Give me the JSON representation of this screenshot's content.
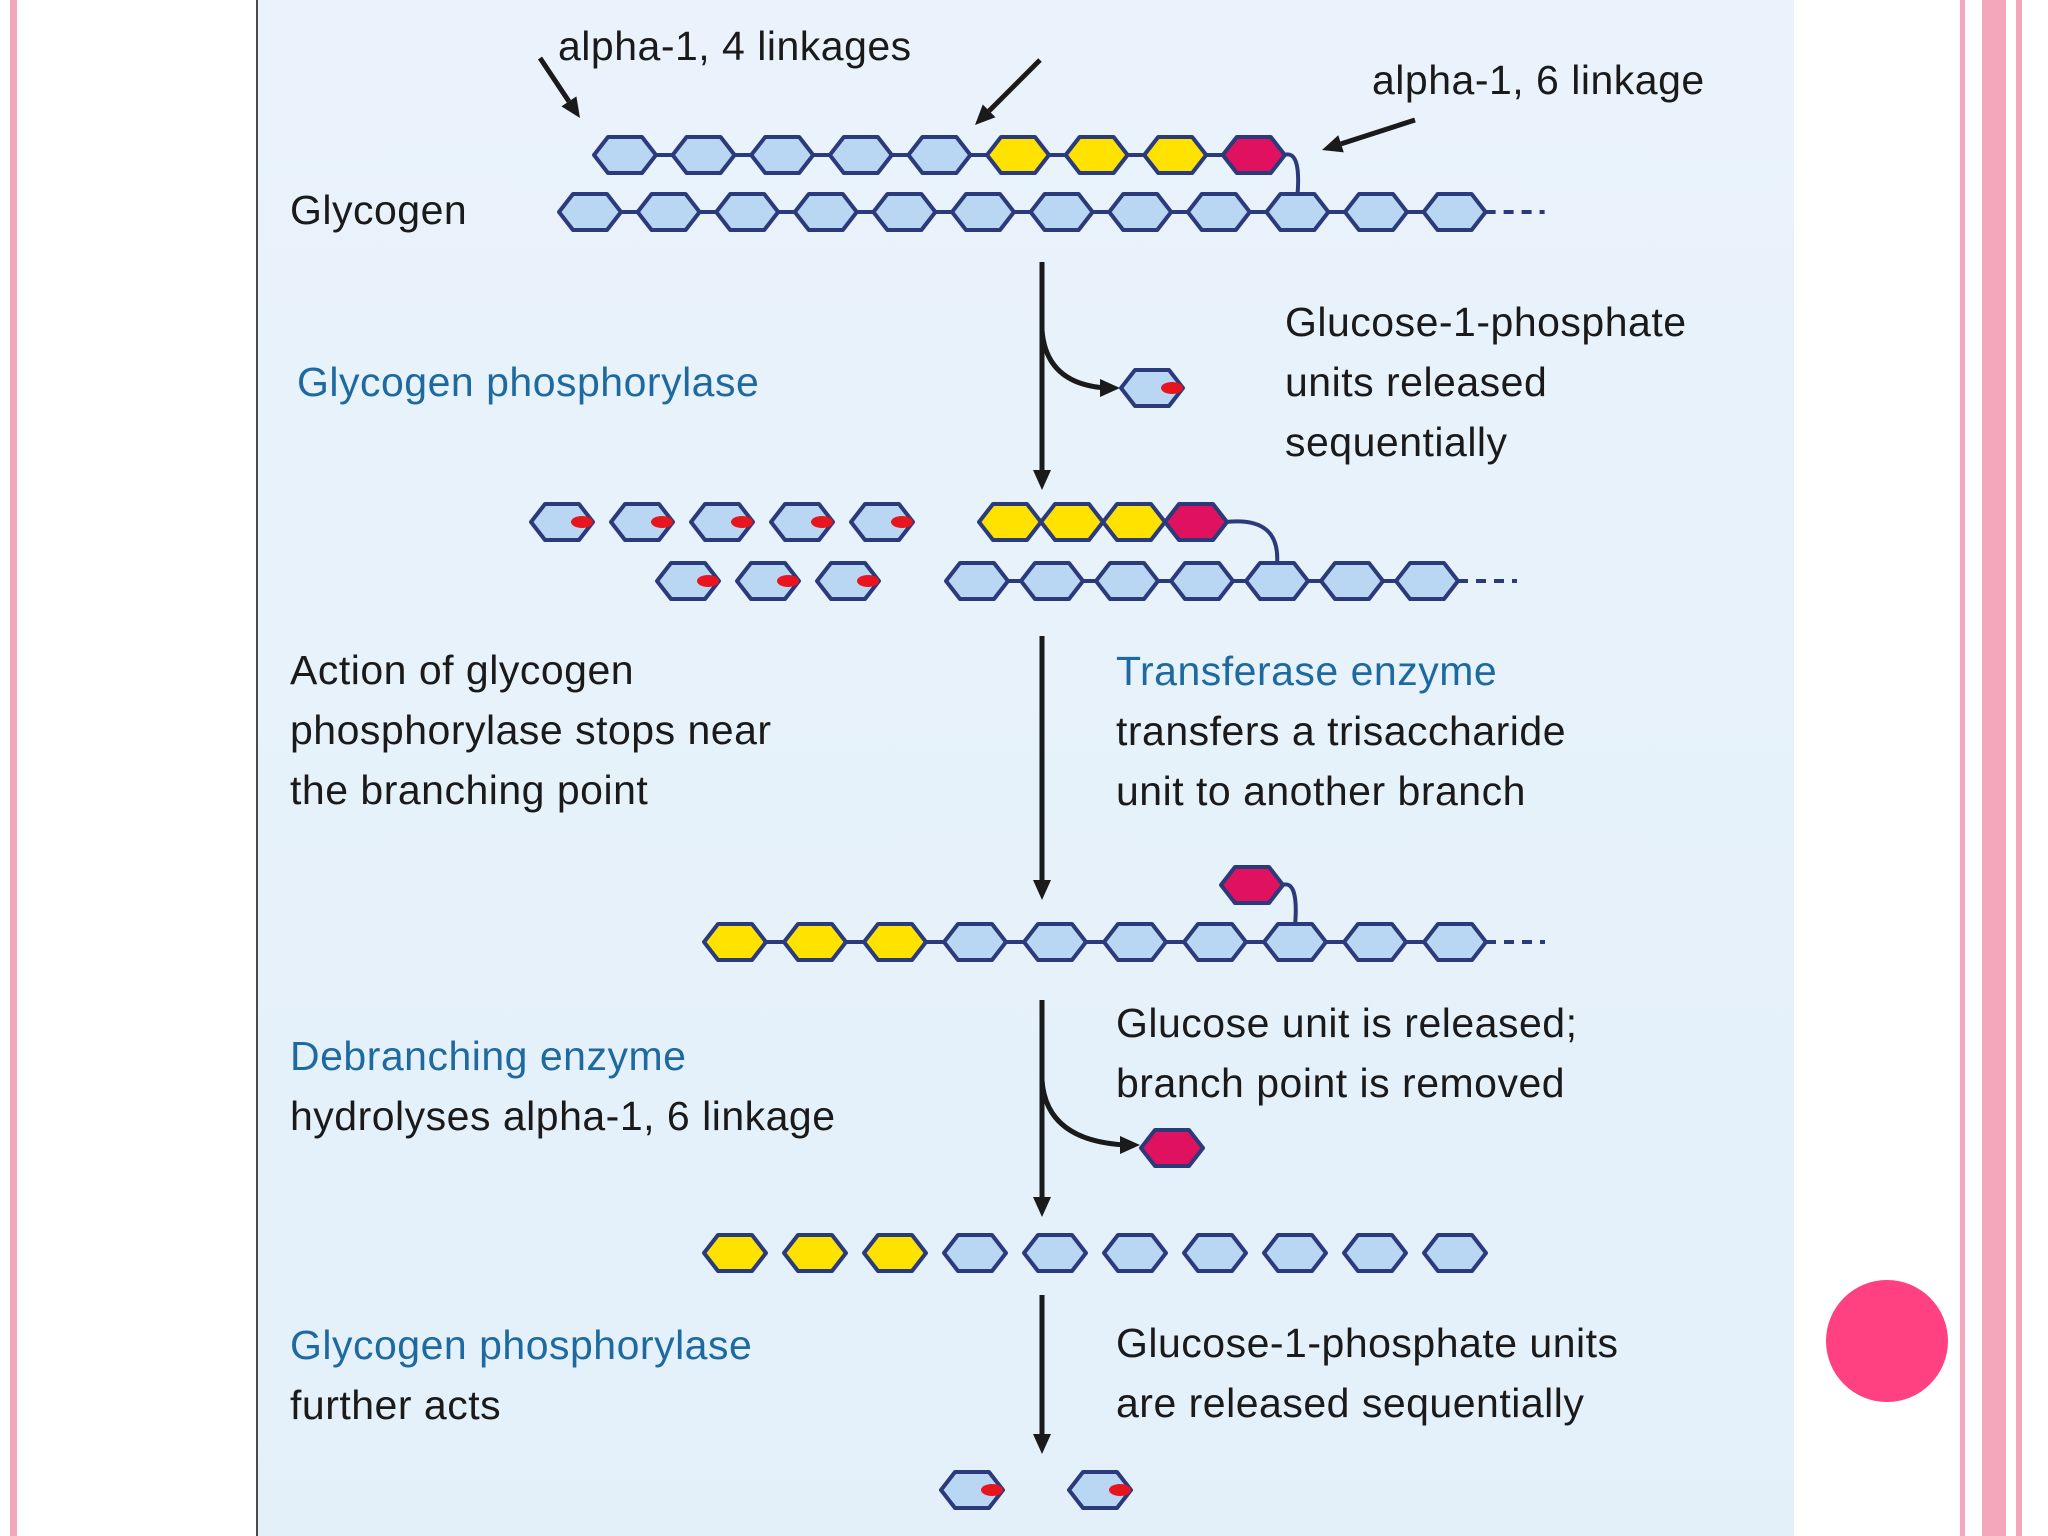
{
  "labels": {
    "alpha14": "alpha-1, 4 linkages",
    "alpha16": "alpha-1, 6 linkage",
    "glycogen": "Glycogen",
    "step1_enzyme": "Glycogen phosphorylase",
    "step1_result": "Glucose-1-phosphate\nunits released\nsequentially",
    "step2_left": "Action of glycogen\nphosphorylase stops near\nthe branching point",
    "step2_enzyme": "Transferase enzyme",
    "step2_desc": "transfers a trisaccharide\nunit to another branch",
    "step3_enzyme": "Debranching enzyme",
    "step3_desc": "hydrolyses alpha-1, 6 linkage",
    "step3_result": "Glucose unit is released;\nbranch point is removed",
    "step4_enzyme": "Glycogen phosphorylase",
    "step4_desc": "further acts",
    "step4_result": "Glucose-1-phosphate units\nare released sequentially"
  },
  "colors": {
    "glucose_fill": "#b9d6f2",
    "transferred_fill": "#ffe200",
    "branch_fill": "#e0115f",
    "phosphate": "#e8141e",
    "outline": "#2b3a7a",
    "enzyme_text": "#1e6aa0",
    "accent_dot": "#ff4081",
    "slide_border": "#f4a7bb"
  }
}
